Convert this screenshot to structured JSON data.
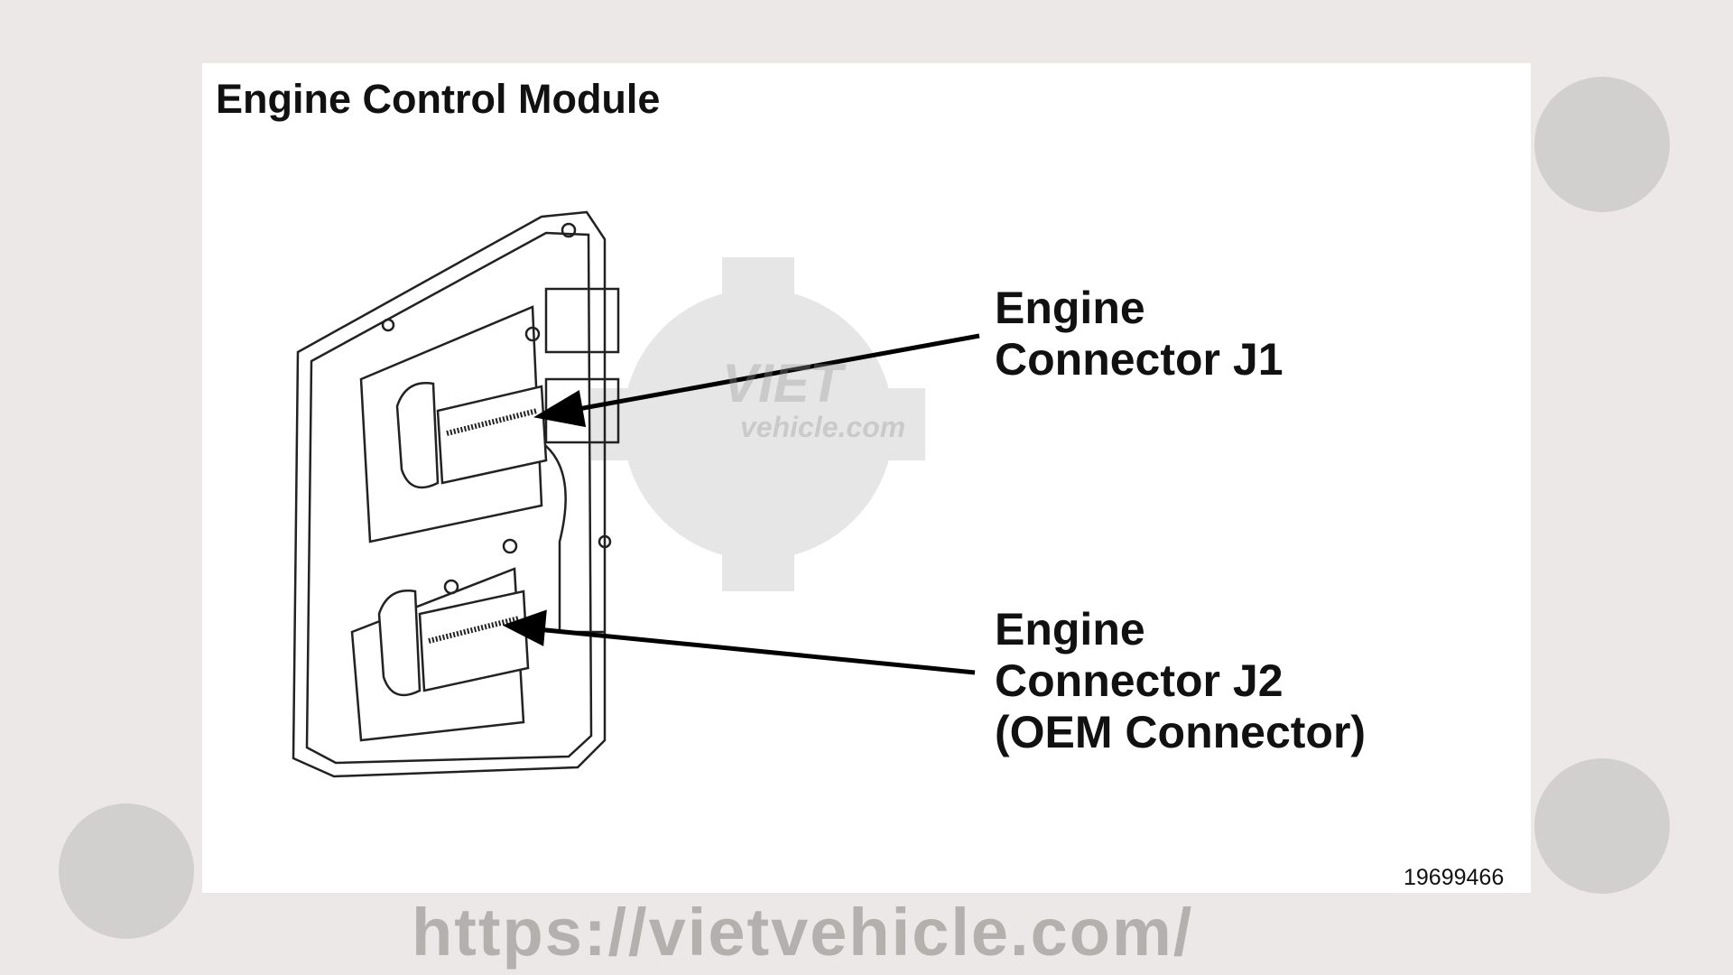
{
  "title": "Engine Control Module",
  "labels": {
    "j1": [
      "Engine",
      "Connector J1"
    ],
    "j2": [
      "Engine",
      "Connector J2",
      "(OEM Connector)"
    ]
  },
  "figure_number": "19699466",
  "watermark": {
    "text": "VIET",
    "subtext": "vehicle.com",
    "url": "https://vietvehicle.com/"
  },
  "colors": {
    "background": "#ebe8e7",
    "panel": "#ffffff",
    "ink": "#111111",
    "watermark": "#b3b0ae"
  }
}
